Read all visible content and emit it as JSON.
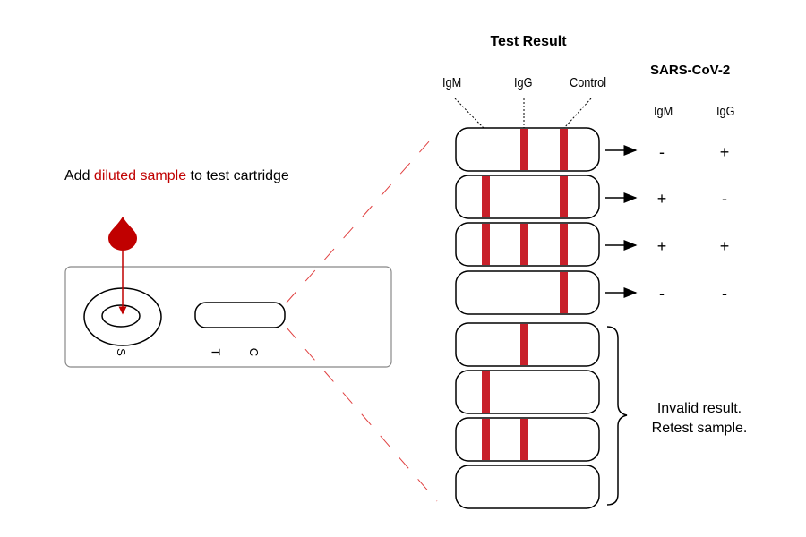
{
  "instruction": {
    "prefix": "Add ",
    "highlight": "diluted sample",
    "suffix": " to test cartridge"
  },
  "title": "Test Result",
  "line_labels": [
    "IgM",
    "IgG",
    "Control"
  ],
  "virus": "SARS-CoV-2",
  "antibody_columns": [
    "IgM",
    "IgG"
  ],
  "cartridge": {
    "sample_port_label": "S",
    "test_label": "T",
    "control_label": "C"
  },
  "results": [
    {
      "bands": [
        "IgG",
        "Control"
      ],
      "IgM": "-",
      "IgG": "+"
    },
    {
      "bands": [
        "IgM",
        "Control"
      ],
      "IgM": "+",
      "IgG": "-"
    },
    {
      "bands": [
        "IgM",
        "IgG",
        "Control"
      ],
      "IgM": "+",
      "IgG": "+"
    },
    {
      "bands": [
        "Control"
      ],
      "IgM": "-",
      "IgG": "-"
    }
  ],
  "invalid_strips": [
    {
      "bands": [
        "IgG"
      ]
    },
    {
      "bands": [
        "IgM"
      ]
    },
    {
      "bands": [
        "IgM",
        "IgG"
      ]
    },
    {
      "bands": []
    }
  ],
  "invalid_text": [
    "Invalid result.",
    "Retest sample."
  ],
  "colors": {
    "band": "#c8202a",
    "highlight": "#c00000",
    "zoom_line": "#e04040",
    "cartridge_border": "#888888"
  }
}
